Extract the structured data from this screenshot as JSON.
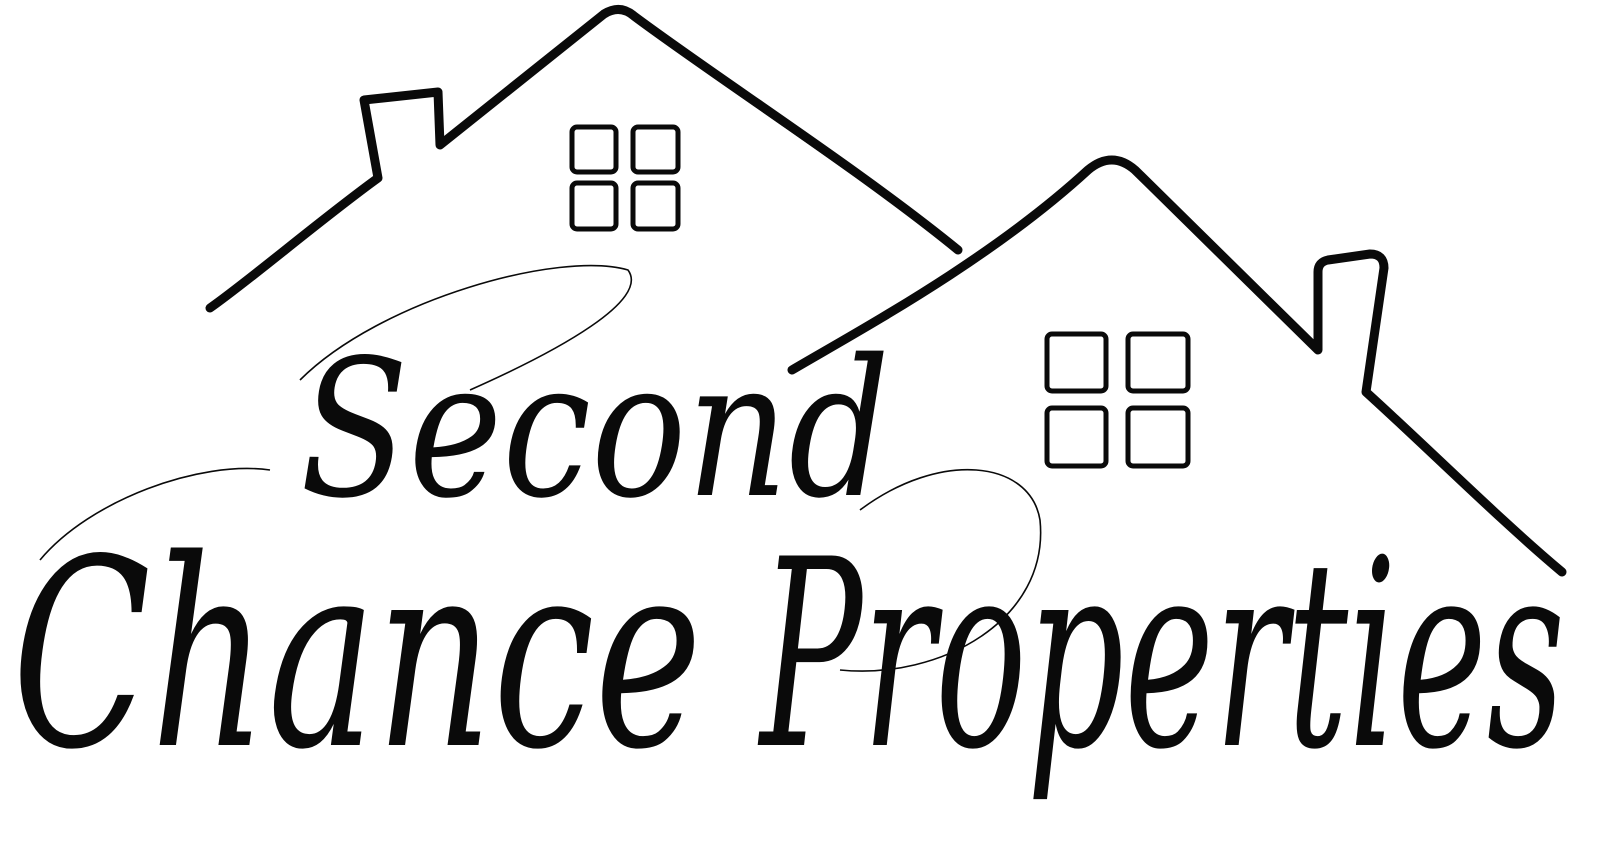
{
  "logo": {
    "line1": "Second",
    "line2_word1": "Chance",
    "line2_word2": "Properties",
    "full_name": "Second Chance Properties",
    "colors": {
      "ink": "#0a0a0a",
      "background": "#ffffff"
    },
    "icons": {
      "left_house": "house-roof-outline-icon",
      "right_house": "house-roof-outline-icon",
      "windows": "four-pane-window-icon"
    }
  }
}
